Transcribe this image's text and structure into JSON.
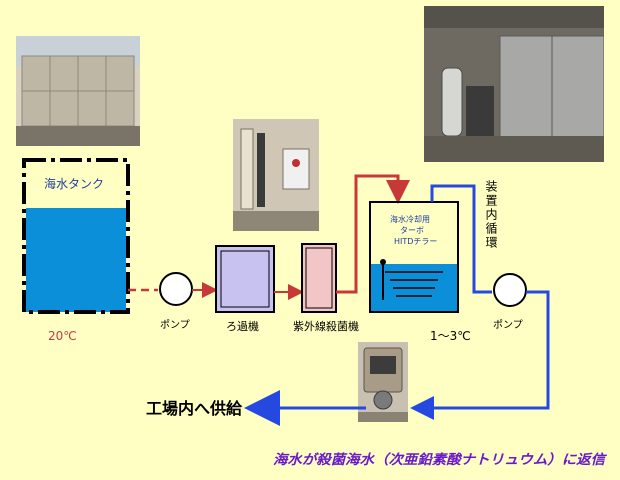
{
  "tank": {
    "label": "海水タンク",
    "temp": "20℃"
  },
  "pump1": {
    "label": "ポンプ"
  },
  "filter": {
    "label": "ろ過機"
  },
  "uv": {
    "label": "紫外線殺菌機"
  },
  "chiller": {
    "line1": "海水冷却用",
    "line2": "ターボ",
    "line3": "HITDチラー",
    "temp": "1～3℃"
  },
  "circulation": {
    "label": "装置内循環"
  },
  "pump2": {
    "label": "ポンプ"
  },
  "supply": {
    "label": "工場内へ供給"
  },
  "footer": {
    "text": "海水が殺菌海水（次亜鉛素酸ナトリュウム）に返信"
  },
  "colors": {
    "background": "#ffffc4",
    "water": "#0a8fd8",
    "pipe_red": "#c83838",
    "pipe_blue": "#2448e0",
    "filter_fill": "#c8c2f0",
    "uv_fill": "#f2c6c6",
    "footer_text": "#6a1ac8"
  }
}
